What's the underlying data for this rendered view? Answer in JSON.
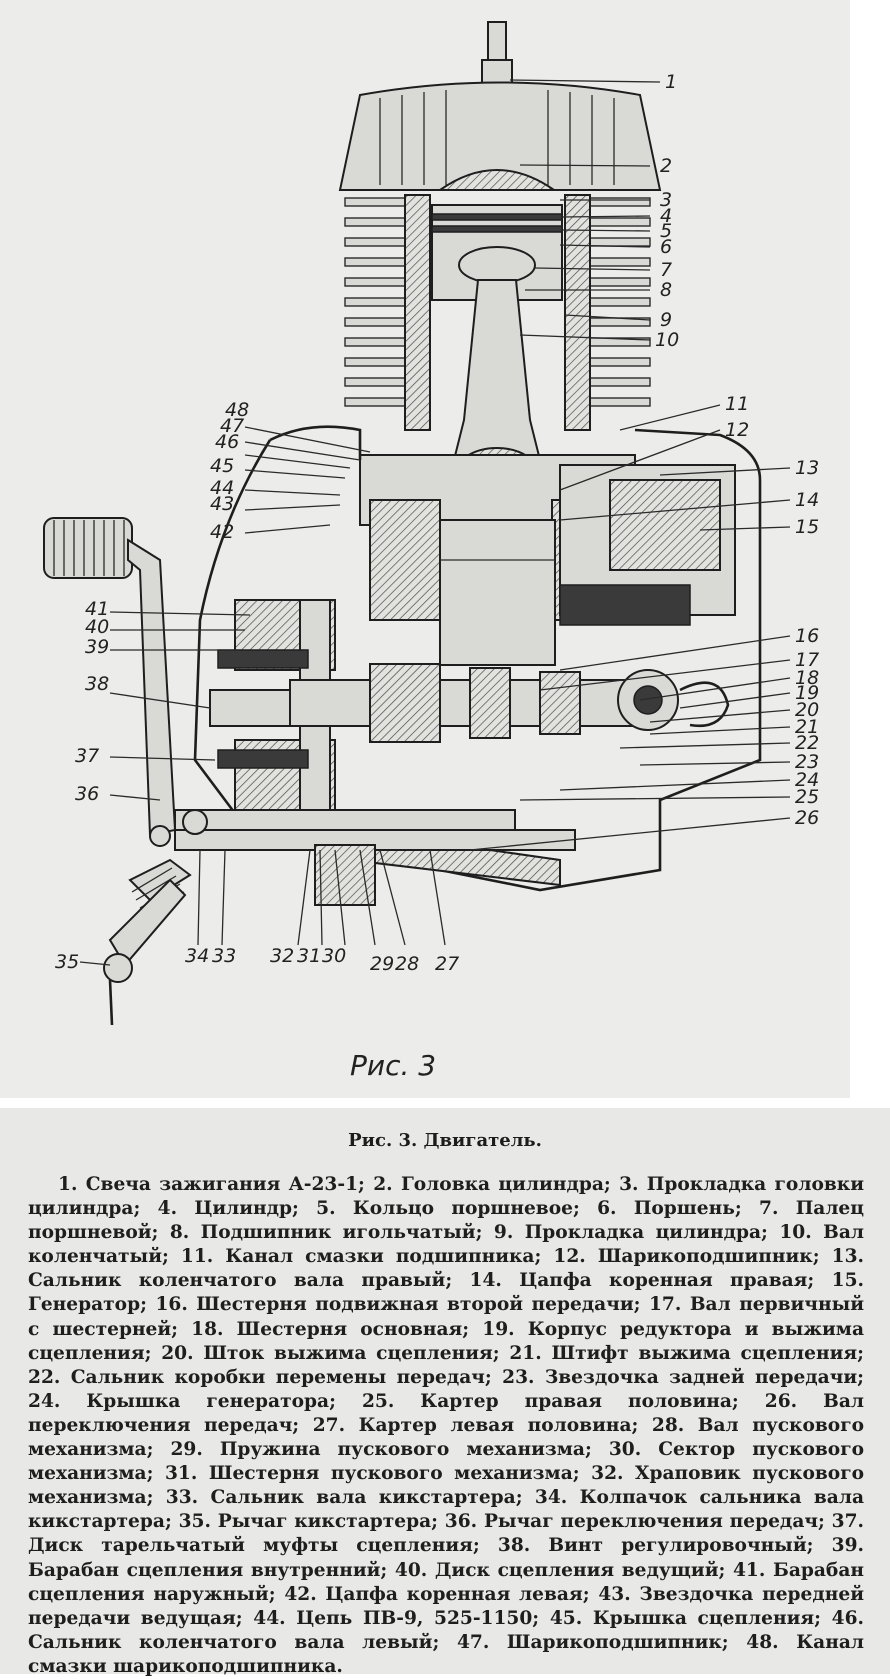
{
  "figure": {
    "handwritten_caption": "Рис. 3",
    "callouts": [
      "1",
      "2",
      "3",
      "4",
      "5",
      "6",
      "7",
      "8",
      "9",
      "10",
      "11",
      "12",
      "13",
      "14",
      "15",
      "16",
      "17",
      "18",
      "19",
      "20",
      "21",
      "22",
      "23",
      "24",
      "25",
      "26",
      "27",
      "28",
      "29",
      "30",
      "31",
      "32",
      "33",
      "34",
      "35",
      "36",
      "37",
      "38",
      "39",
      "40",
      "41",
      "42",
      "43",
      "44",
      "45",
      "46",
      "47",
      "48"
    ]
  },
  "caption": {
    "title": "Рис. 3. Двигатель.",
    "legend": "1. Свеча зажигания А-23-1; 2. Головка цилиндра; 3. Прокладка головки цилиндра; 4. Цилиндр; 5. Кольцо поршневое; 6. Поршень; 7. Палец поршневой; 8. Подшипник игольчатый; 9. Прокладка цилиндра; 10. Вал коленчатый; 11. Канал смазки подшипника; 12. Шарикоподшипник; 13. Сальник коленчатого вала правый; 14. Цапфа коренная правая; 15. Генератор; 16. Шестерня подвижная второй передачи; 17. Вал первичный с шестерней; 18. Шестерня основная; 19. Корпус редуктора и выжима сцепления; 20. Шток выжима сцепления; 21. Штифт выжима сцепления; 22. Сальник коробки перемены передач; 23. Звездочка задней передачи; 24. Крышка генератора; 25. Картер правая половина; 26. Вал переключения передач; 27. Картер левая половина; 28. Вал пускового механизма; 29. Пружина пускового механизма; 30. Сектор пускового механизма; 31. Шестерня пускового механизма; 32. Храповик пускового механизма; 33. Сальник вала кикстартера; 34. Колпачок сальника вала кикстартера; 35. Рычаг кикстартера; 36. Рычаг переключения передач; 37. Диск тарельчатый муфты сцепления; 38. Винт регулировочный; 39. Барабан сцепления внутренний; 40. Диск сцепления ведущий; 41. Барабан сцепления наружный; 42. Цапфа коренная левая; 43. Звездочка передней передачи ведущая; 44. Цепь ПВ-9, 525-1150; 45. Крышка сцепления; 46. Сальник коленчатого вала левый; 47. Шарикоподшипник; 48. Канал смазки шарикоподшипника."
  }
}
